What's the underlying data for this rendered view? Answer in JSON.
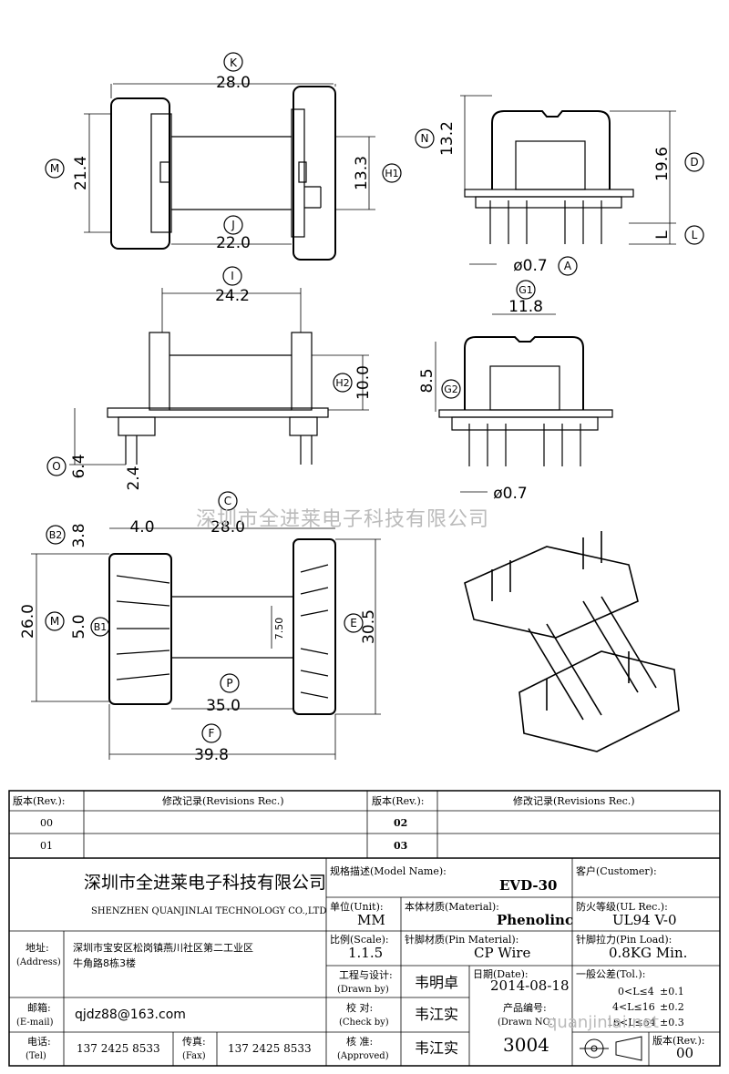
{
  "drawing": {
    "watermark": "深圳市全进莱电子科技有限公司",
    "watermark_url": "quanjinlai.net",
    "top_view": {
      "dims": {
        "K": "28.0",
        "M": "21.4",
        "H1": "13.3",
        "J": "22.0"
      },
      "labels": {
        "K": "K",
        "M": "M",
        "H1": "H1",
        "J": "J"
      }
    },
    "side_view_right": {
      "dims": {
        "N": "13.2",
        "D": "19.6",
        "L": "L",
        "A": "ø0.7"
      },
      "labels": {
        "N": "N",
        "D": "D",
        "L": "L",
        "A": "A"
      }
    },
    "front_view": {
      "dims": {
        "I": "24.2",
        "H2": "10.0",
        "O": "6.4",
        "pin": "2.4"
      },
      "labels": {
        "I": "I",
        "H2": "H2",
        "O": "O"
      }
    },
    "end_view": {
      "dims": {
        "G1": "11.8",
        "G2": "8.5",
        "pin": "ø0.7"
      },
      "labels": {
        "G1": "G1",
        "G2": "G2"
      }
    },
    "bottom_view": {
      "dims": {
        "C": "28.0",
        "B2_a": "3.8",
        "B2_b": "4.0",
        "M": "26.0",
        "B1": "5.0",
        "pitch": "7.50",
        "E": "30.5",
        "P": "35.0",
        "F": "39.8"
      },
      "labels": {
        "C": "C",
        "B2": "B2",
        "M": "M",
        "B1": "B1",
        "E": "E",
        "P": "P",
        "F": "F"
      }
    }
  },
  "revisions": {
    "headers": [
      "版本(Rev.):",
      "修改记录(Revisions Rec.)",
      "版本(Rev.):",
      "修改记录(Revisions Rec.)"
    ],
    "rows": [
      [
        "00",
        "",
        "02",
        ""
      ],
      [
        "01",
        "",
        "03",
        ""
      ]
    ]
  },
  "title_block": {
    "company_cn": "深圳市全进莱电子科技有限公司",
    "company_en": "SHENZHEN QUANJINLAI TECHNOLOGY CO.,LTD",
    "model_label": "规格描述(Model Name):",
    "model_value": "EVD-30",
    "customer_label": "客户(Customer):",
    "customer_value": "",
    "unit_label": "单位(Unit):",
    "unit_value": "MM",
    "material_label": "本体材质(Material):",
    "material_value": "Phenolinc",
    "ul_label": "防火等级(UL Rec.):",
    "ul_value": "UL94 V-0",
    "address_label": "地址:",
    "address_label_en": "(Address)",
    "address_line1": "深圳市宝安区松岗镇燕川社区第二工业区",
    "address_line2": "牛角路8栋3楼",
    "scale_label": "比例(Scale):",
    "scale_value": "1.1.5",
    "pin_material_label": "针脚材质(Pin Material):",
    "pin_material_value": "CP Wire",
    "pin_load_label": "针脚拉力(Pin Load):",
    "pin_load_value": "0.8KG Min.",
    "drawn_label": "工程与设计:",
    "drawn_label_en": "(Drawn by)",
    "drawn_value": "韦明卓",
    "date_label": "日期(Date):",
    "date_value": "2014-08-18",
    "tol_label": "一般公差(Tol.):",
    "tol_rows": [
      [
        "0<L≤4",
        "±0.1"
      ],
      [
        "4<L≤16",
        "±0.2"
      ],
      [
        "16<L≤64",
        "±0.3"
      ]
    ],
    "email_label": "邮箱:",
    "email_label_en": "(E-mail)",
    "email_value": "qjdz88@163.com",
    "check_label": "校  对:",
    "check_label_en": "(Check by)",
    "check_value": "韦江实",
    "drawn_no_label": "产品编号:",
    "drawn_no_label_en": "(Drawn NO.)",
    "drawn_no_value": "3004",
    "tel_label": "电话:",
    "tel_label_en": "(Tel)",
    "tel_value": "137 2425 8533",
    "fax_label": "传真:",
    "fax_label_en": "(Fax)",
    "fax_value": "137 2425 8533",
    "approved_label": "核  准:",
    "approved_label_en": "(Approved)",
    "approved_value": "韦江实",
    "rev_label": "版本(Rev.):",
    "rev_value": "00"
  }
}
